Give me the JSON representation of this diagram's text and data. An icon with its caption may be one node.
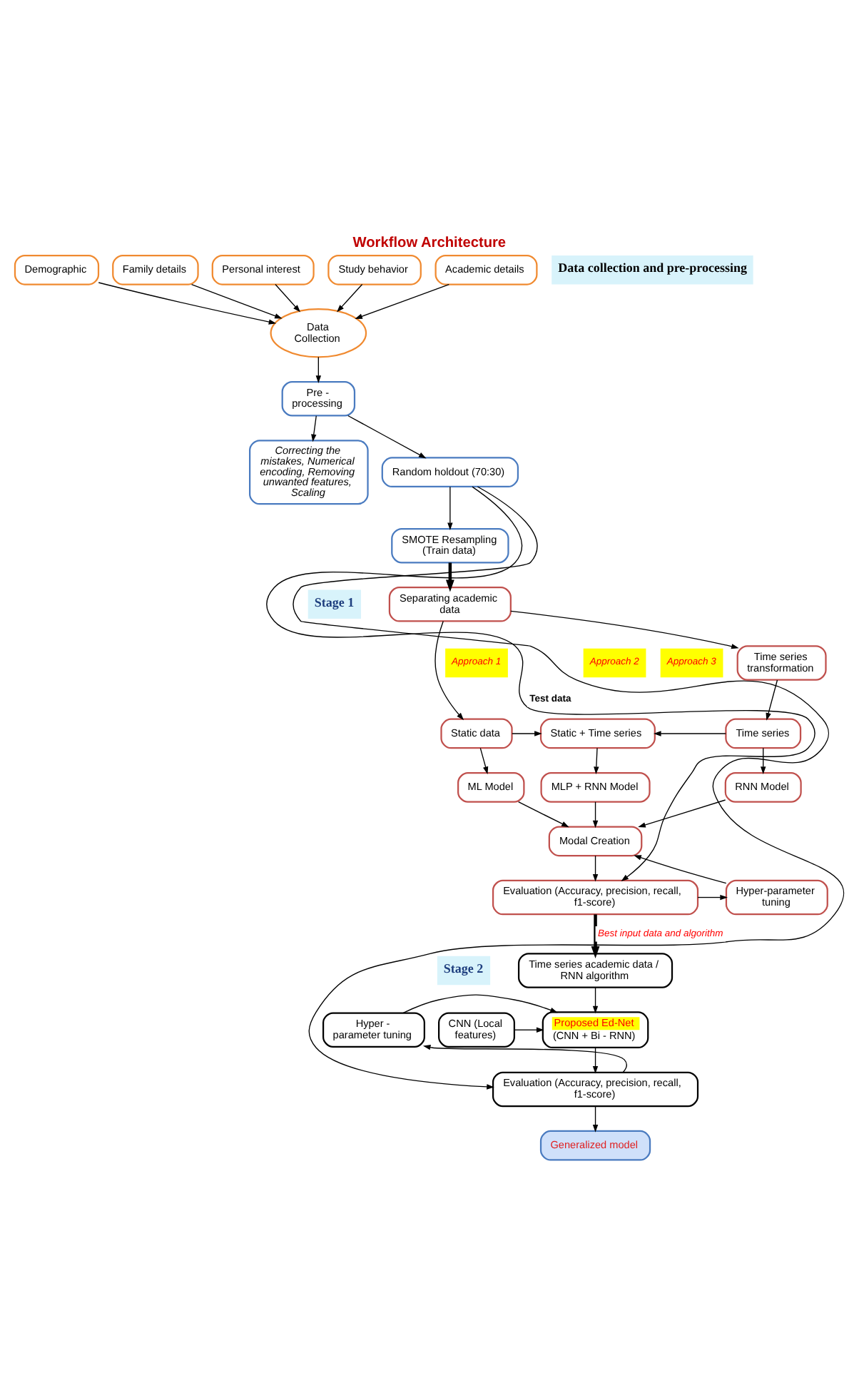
{
  "diagram": {
    "title": "Workflow Architecture",
    "nodes": [
      {
        "text": [
          "Demographic"
        ]
      },
      {
        "text": [
          "Family details"
        ]
      },
      {
        "text": [
          "Personal interest"
        ]
      },
      {
        "text": [
          "Study behavior"
        ]
      },
      {
        "text": [
          "Academic details"
        ]
      },
      {
        "text": [
          "Data Collection"
        ]
      },
      {
        "text": [
          "Pre - processing"
        ]
      },
      {
        "text": [
          "Correcting the mistakes, Numerical encoding, Removing unwanted features, Scaling"
        ]
      },
      {
        "text": [
          "Random holdout (70:30)"
        ]
      },
      {
        "text": [
          "SMOTE Resampling (Train data)"
        ]
      },
      {
        "text": [
          "Separating academic data"
        ]
      },
      {
        "text": [
          "Time series transformation"
        ]
      },
      {
        "text": [
          "Static data"
        ]
      },
      {
        "text": [
          "Static + Time series"
        ]
      },
      {
        "text": [
          "Time series"
        ]
      },
      {
        "text": [
          "ML Model"
        ]
      },
      {
        "text": [
          "MLP + RNN Model"
        ]
      },
      {
        "text": [
          "RNN Model"
        ]
      },
      {
        "text": [
          "Modal Creation"
        ]
      },
      {
        "text": [
          "Evaluation (Accuracy, precision, recall, f1-score)"
        ]
      },
      {
        "text": [
          "Hyper-parameter tuning"
        ]
      },
      {
        "text": [
          "Time series academic data / RNN algorithm"
        ]
      },
      {
        "text": [
          "CNN (Local features)"
        ]
      },
      {
        "text": [
          "Proposed Ed-Net",
          "(CNN + Bi - RNN)"
        ]
      },
      {
        "text": [
          "Hyper - parameter tuning"
        ]
      },
      {
        "text": [
          "Evaluation (Accuracy, precision, recall, f1-score)"
        ]
      },
      {
        "text": [
          "Generalized model"
        ]
      }
    ],
    "edges": [
      {
        "from": 0,
        "to": 5,
        "arrow": "to"
      },
      {
        "from": 1,
        "to": 5,
        "arrow": "to"
      },
      {
        "from": 2,
        "to": 5,
        "arrow": "to"
      },
      {
        "from": 3,
        "to": 5,
        "arrow": "to"
      },
      {
        "from": 4,
        "to": 5,
        "arrow": "to"
      },
      {
        "from": 5,
        "to": 6,
        "arrow": "to"
      },
      {
        "from": 6,
        "to": 7,
        "arrow": "to"
      },
      {
        "from": 6,
        "to": 8,
        "arrow": "to"
      },
      {
        "from": 8,
        "to": 9,
        "arrow": "to"
      },
      {
        "from": 8,
        "to": 19,
        "arrow": "to",
        "label": "Test data"
      },
      {
        "from": 8,
        "to": 25,
        "arrow": "to"
      },
      {
        "from": 9,
        "to": 10,
        "arrow": "to",
        "style": "thick"
      },
      {
        "from": 10,
        "to": 12,
        "arrow": "to"
      },
      {
        "from": 10,
        "to": 11,
        "arrow": "to"
      },
      {
        "from": 11,
        "to": 14,
        "arrow": "to"
      },
      {
        "from": 12,
        "to": 13,
        "arrow": "to"
      },
      {
        "from": 14,
        "to": 13,
        "arrow": "to"
      },
      {
        "from": 12,
        "to": 15,
        "arrow": "to"
      },
      {
        "from": 13,
        "to": 16,
        "arrow": "to"
      },
      {
        "from": 14,
        "to": 17,
        "arrow": "to"
      },
      {
        "from": 15,
        "to": 18,
        "arrow": "to"
      },
      {
        "from": 16,
        "to": 18,
        "arrow": "to"
      },
      {
        "from": 17,
        "to": 18,
        "arrow": "to"
      },
      {
        "from": 18,
        "to": 19,
        "arrow": "to"
      },
      {
        "from": 19,
        "to": 20,
        "arrow": "to"
      },
      {
        "from": 20,
        "to": 18,
        "arrow": "to"
      },
      {
        "from": 19,
        "to": 21,
        "arrow": "to",
        "style": "thick",
        "label": "Best input data and algorithm"
      },
      {
        "from": 21,
        "to": 23,
        "arrow": "to"
      },
      {
        "from": 22,
        "to": 23,
        "arrow": "to"
      },
      {
        "from": 24,
        "to": 23,
        "arrow": "to"
      },
      {
        "from": 23,
        "to": 25,
        "arrow": "to"
      },
      {
        "from": 25,
        "to": 24,
        "arrow": "to"
      },
      {
        "from": 25,
        "to": 26,
        "arrow": "to"
      }
    ],
    "labels": [
      "Data collection and pre-processing",
      "Stage 1",
      "Approach 1",
      "Approach 2",
      "Approach 3",
      "Stage 2"
    ]
  }
}
